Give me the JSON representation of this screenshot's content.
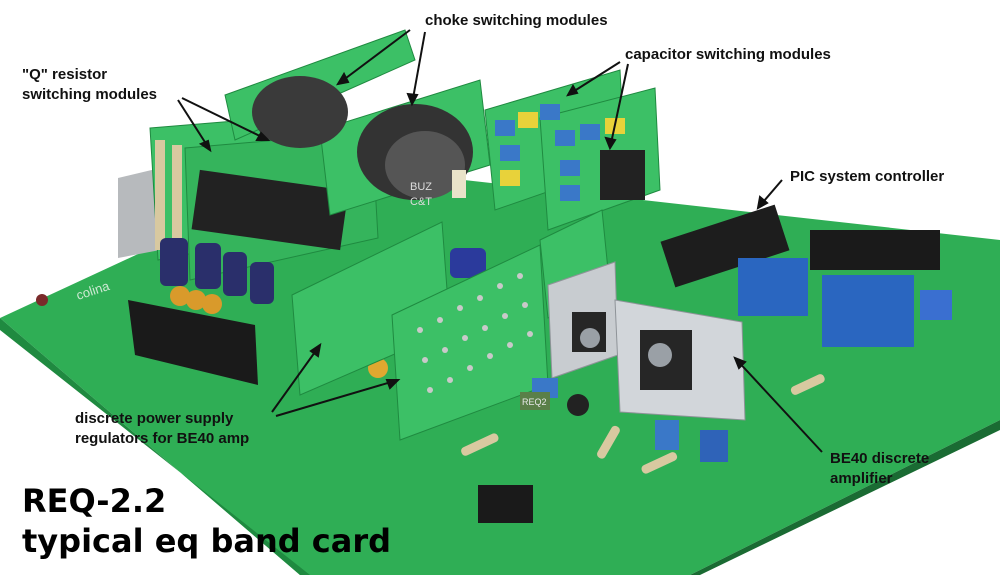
{
  "labels": {
    "choke": "choke switching modules",
    "capacitor": "capacitor switching modules",
    "q_resistor_line1": "\"Q\" resistor",
    "q_resistor_line2": "switching modules",
    "pic": "PIC system controller",
    "power_line1": "discrete power supply",
    "power_line2": "regulators for BE40 amp",
    "amp_line1": "BE40 discrete",
    "amp_line2": "amplifier"
  },
  "title": {
    "line1": "REQ-2.2",
    "line2": "typical eq band card"
  },
  "component_text": {
    "board_mark": "colina",
    "choke_print": "BUZ",
    "choke_print2": "C&T",
    "part_mark": "REQ2"
  },
  "colors": {
    "pcb": "#2fae55",
    "pcb_dark": "#1f8a40",
    "module": "#3cc066",
    "capacitor_blue": "#3a78c8",
    "capacitor_yellow": "#e8d23a",
    "choke": "#3a3a3a",
    "heatsink": "#c8ccd0",
    "relay": "#2a66c0"
  }
}
